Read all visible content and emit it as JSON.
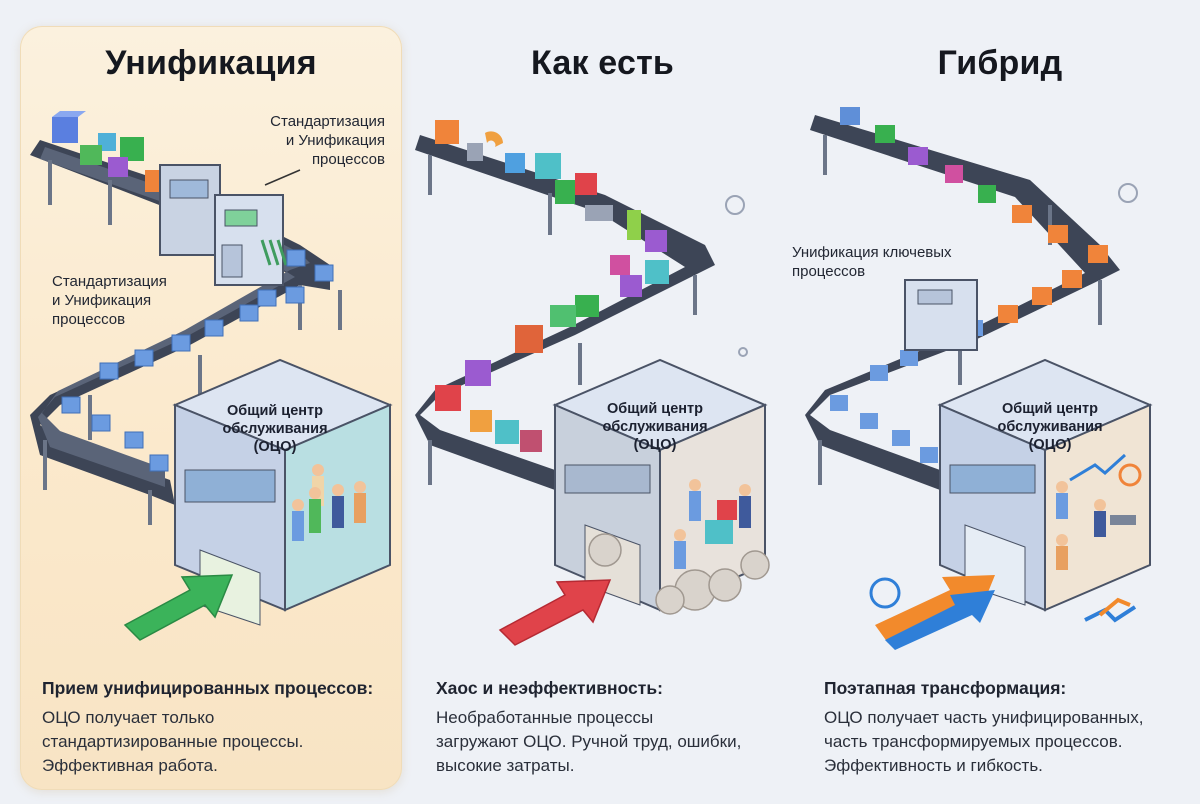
{
  "panels": [
    {
      "title": "Унификация",
      "callout_top": [
        "Стандартизация",
        "и Унификация",
        "процессов"
      ],
      "callout_side": [
        "Стандартизация",
        "и Унификация",
        "процессов"
      ],
      "building_label": [
        "Общий центр",
        "обслуживания",
        "(ОЦО)"
      ],
      "caption_head": "Прием унифицированных процессов:",
      "caption_lines": [
        "ОЦО получает только",
        "стандартизированные процессы.",
        "Эффективная работа."
      ],
      "arrow_color": "#3bb35a",
      "box_color": "#5f8fd8"
    },
    {
      "title": "Как есть",
      "building_label": [
        "Общий центр",
        "обслуживания",
        "(ОЦО)"
      ],
      "caption_head": "Хаос и неэффективность:",
      "caption_lines": [
        "Необработанные процессы",
        "загружают ОЦО. Ручной труд, ошибки,",
        "высокие затраты."
      ],
      "arrow_color": "#e0434a"
    },
    {
      "title": "Гибрид",
      "callout_top": [
        "Унификация ключевых",
        "процессов"
      ],
      "building_label": [
        "Общий центр",
        "обслуживания",
        "(ОЦО)"
      ],
      "caption_head": "Поэтапная трансформация:",
      "caption_lines": [
        "ОЦО получает часть унифицированных,",
        "часть трансформируемых процессов.",
        "Эффективность и гибкость."
      ],
      "arrow_color": "#2f7fd8",
      "arrow_color_2": "#f28a2c"
    }
  ],
  "colors": {
    "highlight_bg": "#fbecd2",
    "conveyor": "#3d4556",
    "building": "#c7d3e6",
    "orange_box": "#f0843a",
    "blue_box": "#6b9be0"
  }
}
